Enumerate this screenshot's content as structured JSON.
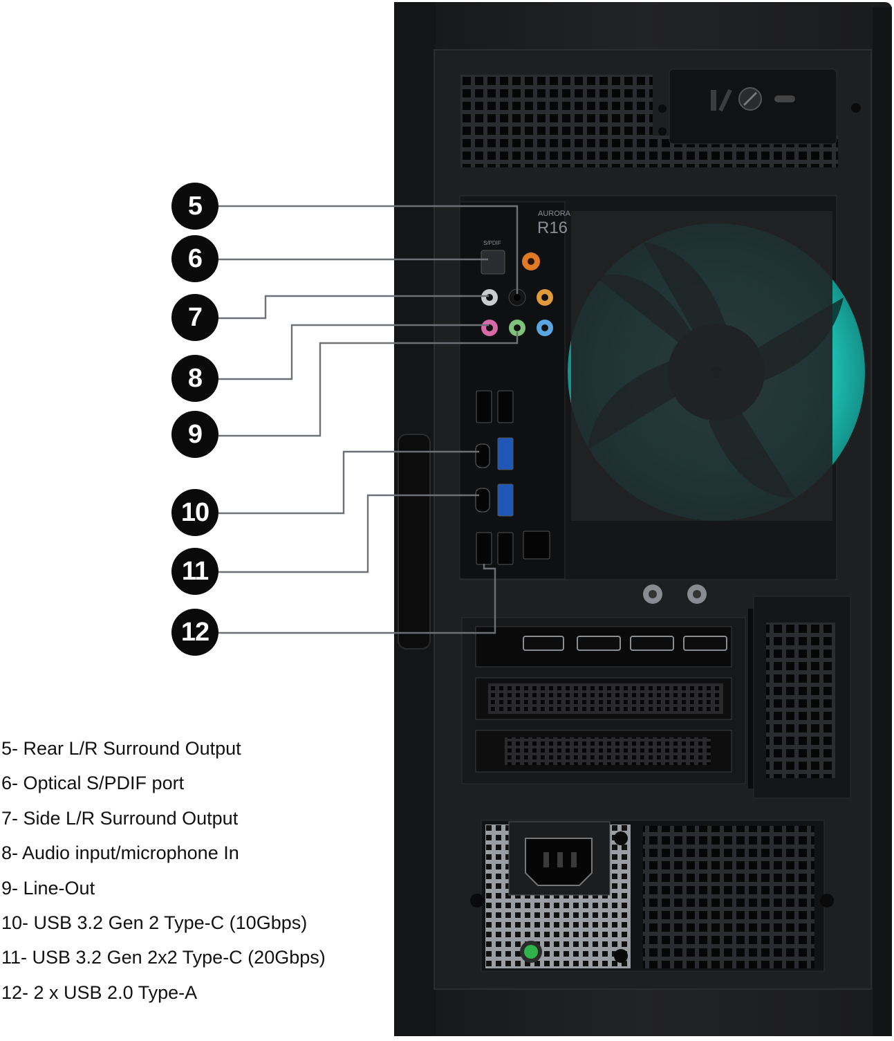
{
  "case": {
    "model_top": "AURORA",
    "model_bottom": "R16",
    "spdif_label": "S/PDIF"
  },
  "callouts": [
    {
      "number": "5",
      "label": "5- Rear L/R Surround Output"
    },
    {
      "number": "6",
      "label": "6- Optical S/PDIF port"
    },
    {
      "number": "7",
      "label": "7- Side L/R Surround Output"
    },
    {
      "number": "8",
      "label": "8- Audio input/microphone In"
    },
    {
      "number": "9",
      "label": "9- Line-Out"
    },
    {
      "number": "10",
      "label": "10- USB 3.2 Gen 2 Type-C (10Gbps)"
    },
    {
      "number": "11",
      "label": "11- USB 3.2 Gen 2x2 Type-C (20Gbps)"
    },
    {
      "number": "12",
      "label": "12- 2 x USB 2.0 Type-A"
    }
  ],
  "colors": {
    "fan_glow": "#27e0d2",
    "case_body": "#1c1d1f",
    "port_pink": "#d86aa8",
    "port_green": "#7fc27a",
    "port_blue": "#5aa6e0",
    "port_orange": "#e09a3a",
    "power_led": "#2fb34a"
  }
}
